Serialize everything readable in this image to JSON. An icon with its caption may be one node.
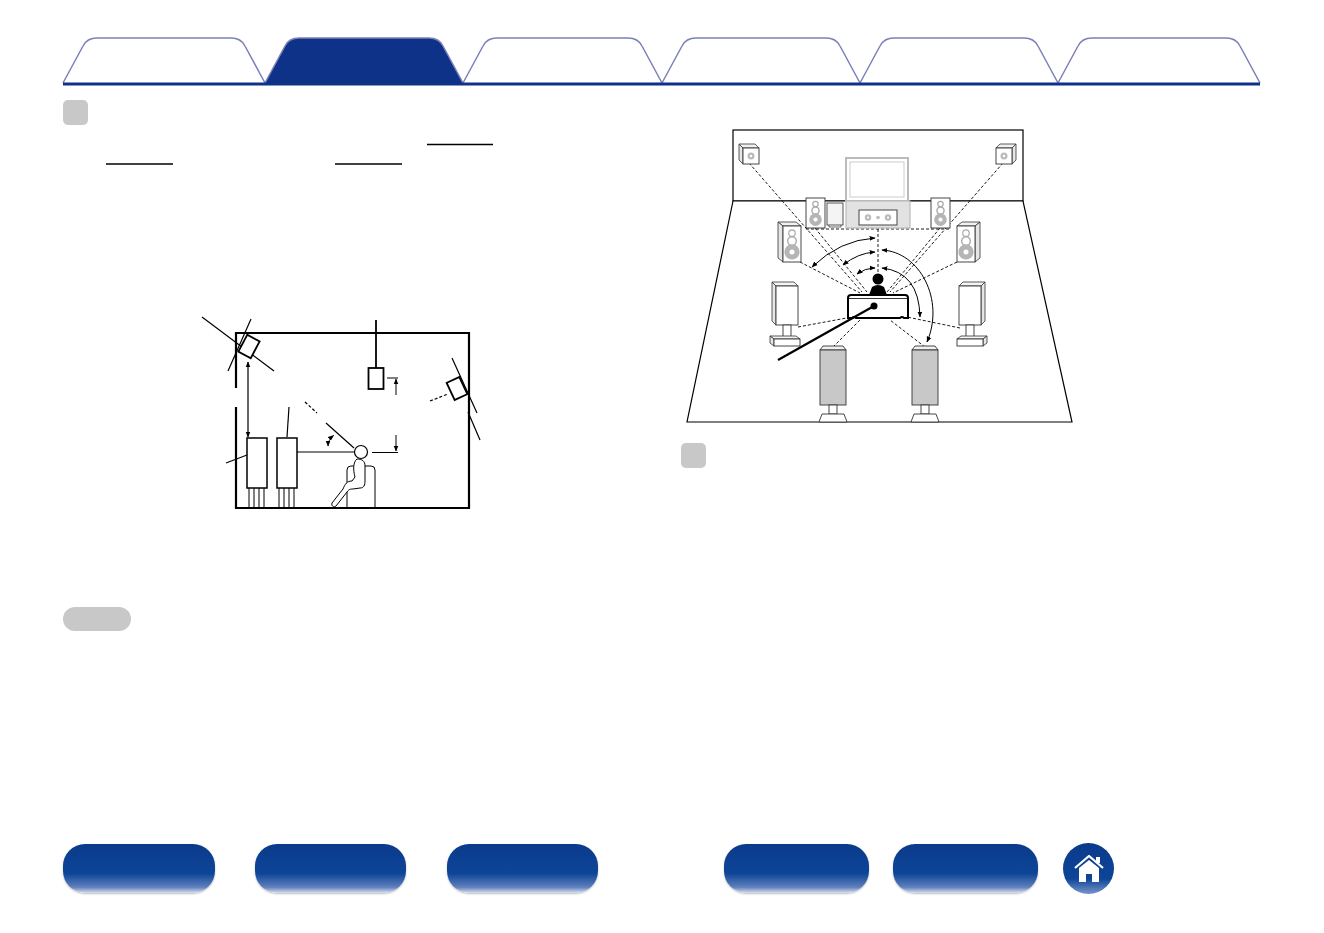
{
  "diagram": {
    "nodes": [
      {
        "text": [],
        "shape": "tab"
      },
      {
        "text": [],
        "shape": "tab"
      },
      {
        "text": [],
        "shape": "tab"
      },
      {
        "text": [],
        "shape": "tab"
      },
      {
        "text": [],
        "shape": "tab"
      },
      {
        "text": [],
        "shape": "tab"
      }
    ]
  }
}
